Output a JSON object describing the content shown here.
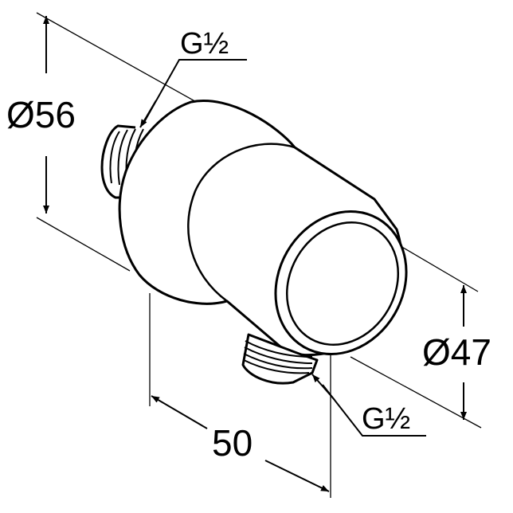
{
  "dimensions": {
    "body_diameter": "Ø56",
    "outlet_diameter": "Ø47",
    "depth": "50"
  },
  "threads": {
    "back_connection": "G½",
    "bottom_connection": "G½"
  },
  "colors": {
    "line": "#000000",
    "background": "#ffffff"
  }
}
